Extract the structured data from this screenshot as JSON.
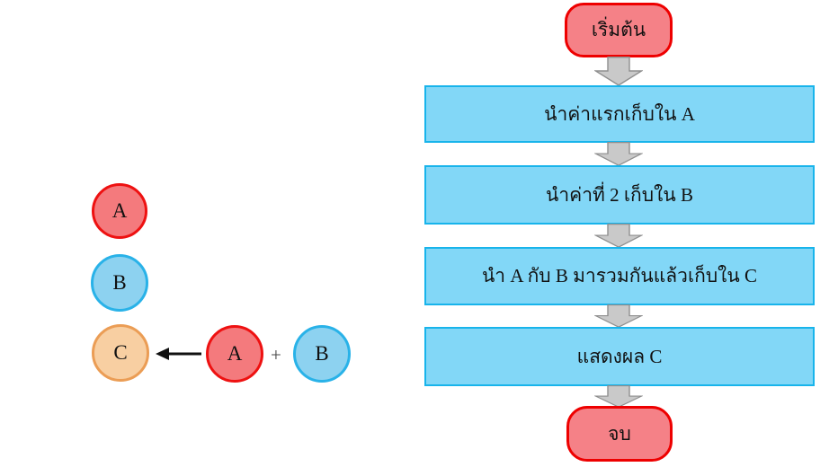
{
  "illustration": {
    "variables": [
      {
        "label": "A",
        "fill": "#F47A7D",
        "border": "#EE1111"
      },
      {
        "label": "B",
        "fill": "#8DD2F0",
        "border": "#29B2E8"
      },
      {
        "label": "C",
        "fill": "#F8CFA2",
        "border": "#EB9D55"
      }
    ],
    "expression": {
      "operand_a": "A",
      "operator": "+",
      "operand_b": "B",
      "arrow_color": "#111111"
    }
  },
  "flowchart": {
    "start_label": "เริ่มต้น",
    "steps": [
      "นำค่าแรกเก็บใน A",
      "นำค่าที่ 2 เก็บใน B",
      "นำ A กับ B มารวมกันแล้วเก็บใน C",
      "แสดงผล C"
    ],
    "end_label": "จบ",
    "colors": {
      "terminator_fill": "#F58187",
      "terminator_border": "#EE0000",
      "process_fill": "#82D7F7",
      "process_border": "#18B4EB",
      "arrow_fill": "#C9C9C9",
      "arrow_border": "#8F8F8F"
    }
  }
}
